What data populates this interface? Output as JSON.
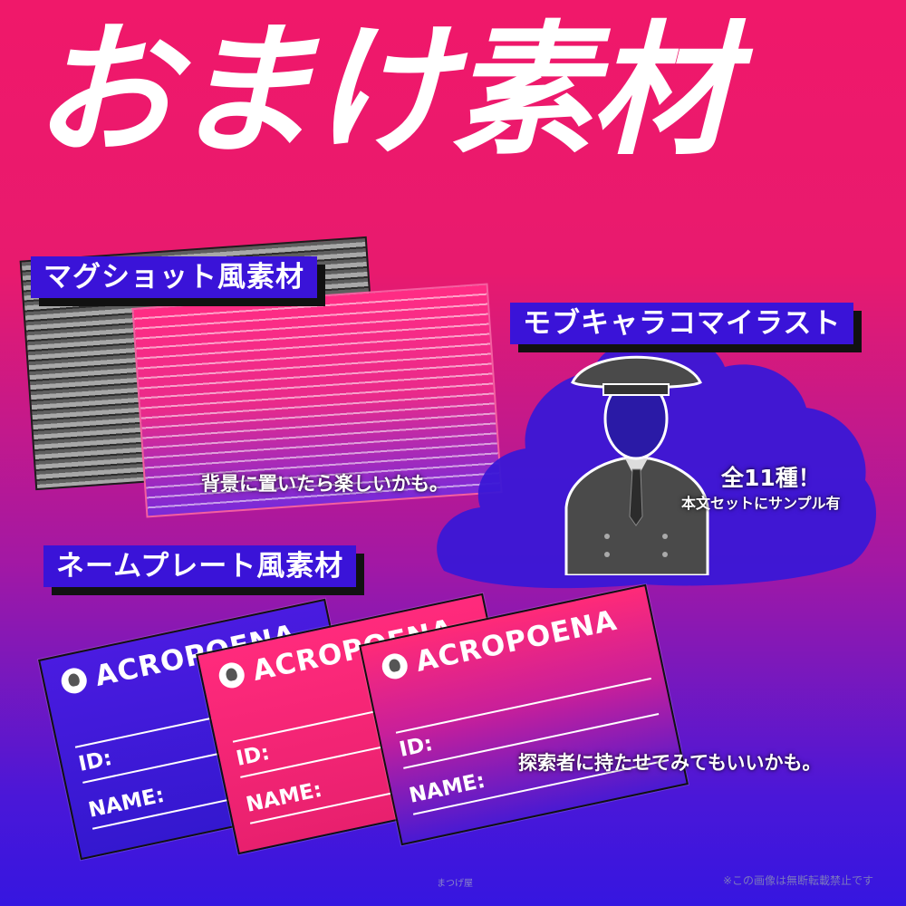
{
  "title": "おまけ素材",
  "sections": {
    "mugshot": {
      "label": "マグショット風素材",
      "caption": "背景に置いたら楽しいかも。"
    },
    "mob": {
      "label": "モブキャラコマイラスト",
      "count": "全11種！",
      "note": "本文セットにサンプル有"
    },
    "nameplate": {
      "label": "ネームプレート風素材",
      "caption": "探索者に持たせてみてもいいかも。",
      "cards": [
        {
          "brand": "ACROPOENA",
          "id_label": "ID:",
          "name_label": "NAME:"
        },
        {
          "brand": "ACROPOENA",
          "id_label": "ID:",
          "name_label": "NAME:"
        },
        {
          "brand": "ACROPOENA",
          "id_label": "ID:",
          "name_label": "NAME:"
        }
      ]
    }
  },
  "footer": {
    "credit": "まつげ屋",
    "notice": "※この画像は無断転載禁止です"
  },
  "colors": {
    "pink": "#f0186a",
    "blue": "#3616e0",
    "label_bg": "#3a13d8"
  },
  "icons": {
    "card_logo": "octopus-emblem-icon"
  }
}
